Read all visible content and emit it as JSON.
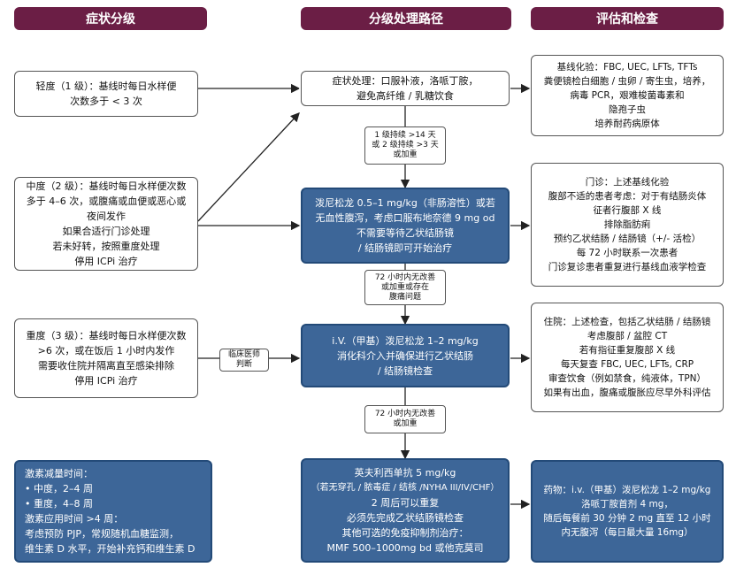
{
  "headers": {
    "col1": "症状分级",
    "col2": "分级处理路径",
    "col3": "评估和检查"
  },
  "grade1": {
    "line1": "轻度（1 级）：基线时每日水样便",
    "line2": "次数多于 < 3 次"
  },
  "grade2": {
    "line1": "中度（2 级）：基线时每日水样便次数",
    "line2": "多于 4–6 次，或腹痛或血便或恶心或",
    "line3": "夜间发作",
    "line4": "如果合适行门诊处理",
    "line5": "若未好转，按照重度处理",
    "line6": "停用 ICPi 治疗"
  },
  "grade3": {
    "line1": "重度（3 级）：基线时每日水样便次数",
    "line2": ">6 次，或在饭后 1 小时内发作",
    "line3": "需要收住院并隔离直至感染排除",
    "line4": "停用 ICPi 治疗"
  },
  "taper": {
    "line1": "激素减量时间：",
    "line2": "• 中度，2–4 周",
    "line3": "• 重度，4–8 周",
    "line4": "激素应用时间 >4 周：",
    "line5": "考虑预防 PJP，常规随机血糖监测，",
    "line6": "维生素 D 水平，开始补充钙和维生素 D"
  },
  "path1": {
    "line1": "症状处理：口服补液，洛哌丁胺，",
    "line2": "避免高纤维 / 乳糖饮食"
  },
  "cond1": {
    "line1": "1 级持续 >14 天",
    "line2": "或 2 级持续 >3 天",
    "line3": "或加重"
  },
  "path2": {
    "line1": "泼尼松龙 0.5–1 mg/kg（非肠溶性）或若",
    "line2": "无血性腹泻，考虑口服布地奈德 9 mg od",
    "line3": "不需要等待乙状结肠镜",
    "line4": "/ 结肠镜即可开始治疗"
  },
  "cond2": {
    "line1": "72 小时内无改善",
    "line2": "或加重或存在",
    "line3": "腹痛问题"
  },
  "path3": {
    "line1": "i.V.（甲基）泼尼松龙 1–2 mg/kg",
    "line2": "消化科介入并确保进行乙状结肠",
    "line3": "/ 结肠镜检查"
  },
  "cond3": {
    "line1": "72 小时内无改善",
    "line2": "或加重"
  },
  "path4": {
    "line1": "英夫利西单抗 5 mg/kg",
    "line2": "（若无穿孔 / 脓毒症 / 结核 /NYHA III/IV/CHF）",
    "line3": "2 周后可以重复",
    "line4": "必须先完成乙状结肠镜检查",
    "line5": "其他可选的免疫抑制剂治疗：",
    "line6": "MMF 500–1000mg bd 或他克莫司"
  },
  "clinician": {
    "line1": "临床医师",
    "line2": "判断"
  },
  "eval1": {
    "line1": "基线化验：FBC, UEC, LFTs, TFTs",
    "line2": "粪便镜检白细胞 / 虫卵 / 寄生虫，培养，",
    "line3": "病毒 PCR，艰难梭菌毒素和",
    "line4": "隐孢子虫",
    "line5": "培养耐药病原体"
  },
  "eval2": {
    "line1": "门诊：上述基线化验",
    "line2": "腹部不适的患者考虑：对于有结肠炎体",
    "line3": "征者行腹部 X 线",
    "line4": "排除脂肪痢",
    "line5": "预约乙状结肠 / 结肠镜（+/- 活检）",
    "line6": "每 72 小时联系一次患者",
    "line7": "门诊复诊患者重复进行基线血液学检查"
  },
  "eval3": {
    "line1": "住院：上述检查，包括乙状结肠 / 结肠镜",
    "line2": "考虑腹部 / 盆腔 CT",
    "line3": "若有指征重复腹部 X 线",
    "line4": "每天复查 FBC, UEC, LFTs, CRP",
    "line5": "审查饮食（例如禁食，纯液体，TPN）",
    "line6": "如果有出血，腹痛或腹胀应尽早外科评估"
  },
  "eval4": {
    "line1": "药物：i.v.（甲基）泼尼松龙 1–2 mg/kg",
    "line2": "洛哌丁胺首剂 4 mg，",
    "line3": "随后每餐前 30 分钟 2 mg 直至 12 小时",
    "line4": "内无腹泻（每日最大量 16mg）"
  }
}
